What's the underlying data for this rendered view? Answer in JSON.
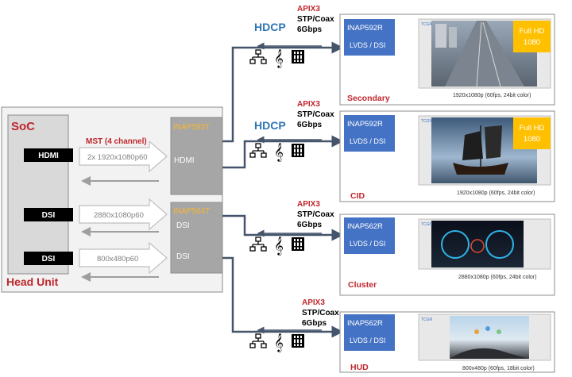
{
  "head_unit": {
    "soc_label": "SoC",
    "title": "Head Unit",
    "ports": [
      {
        "label": "HDMI",
        "signal": "2x 1920x1080p60",
        "mst_label": "MST (4 channel)"
      },
      {
        "label": "DSI",
        "signal": "2880x1080p60"
      },
      {
        "label": "DSI",
        "signal": "800x480p60"
      }
    ]
  },
  "serializers": [
    {
      "name": "INAP593T",
      "port": "HDMI"
    },
    {
      "name": "INAP564T",
      "ports": [
        "DSI",
        "DSI"
      ]
    }
  ],
  "links": [
    {
      "hdcp": "HDCP",
      "apix": "APIX3",
      "medium": "STP/Coax",
      "rate": "6Gbps"
    },
    {
      "hdcp": "HDCP",
      "apix": "APIX3",
      "medium": "STP/Coax",
      "rate": "6Gbps"
    },
    {
      "apix": "APIX3",
      "medium": "STP/Coax",
      "rate": "6Gbps"
    },
    {
      "apix": "APIX3",
      "medium": "STP/Coax",
      "rate": "6Gbps"
    }
  ],
  "displays": [
    {
      "deserializer": "INAP592R",
      "interface": "LVDS / DSI",
      "name": "Secondary",
      "resolution": "1920x1080p (60fps, 24bit color)",
      "badge": "Full HD\n1080",
      "tag": "TCGN"
    },
    {
      "deserializer": "INAP592R",
      "interface": "LVDS / DSI",
      "name": "CID",
      "resolution": "1920x1080p (60fps, 24bit color)",
      "badge": "Full HD\n1080",
      "tag": "TCGN"
    },
    {
      "deserializer": "INAP562R",
      "interface": "LVDS / DSI",
      "name": "Cluster",
      "resolution": "2880x1080p (60fps, 24bit color)",
      "tag": "TCGN"
    },
    {
      "deserializer": "INAP562R",
      "interface": "LVDS / DSI",
      "name": "HUD",
      "resolution": "800x480p (60fps, 18bit color)",
      "tag": "TCGN"
    }
  ],
  "colors": {
    "accent_red": "#c0272d",
    "hdcp_blue": "#2e75b6",
    "deser_blue": "#4472c4",
    "serializer_gray": "#a6a6a6",
    "serializer_name": "#f7b633",
    "badge_orange": "#ffc000",
    "line": "#44546a"
  },
  "icons": [
    "network-icon",
    "audio-clef-icon",
    "control-icon"
  ]
}
